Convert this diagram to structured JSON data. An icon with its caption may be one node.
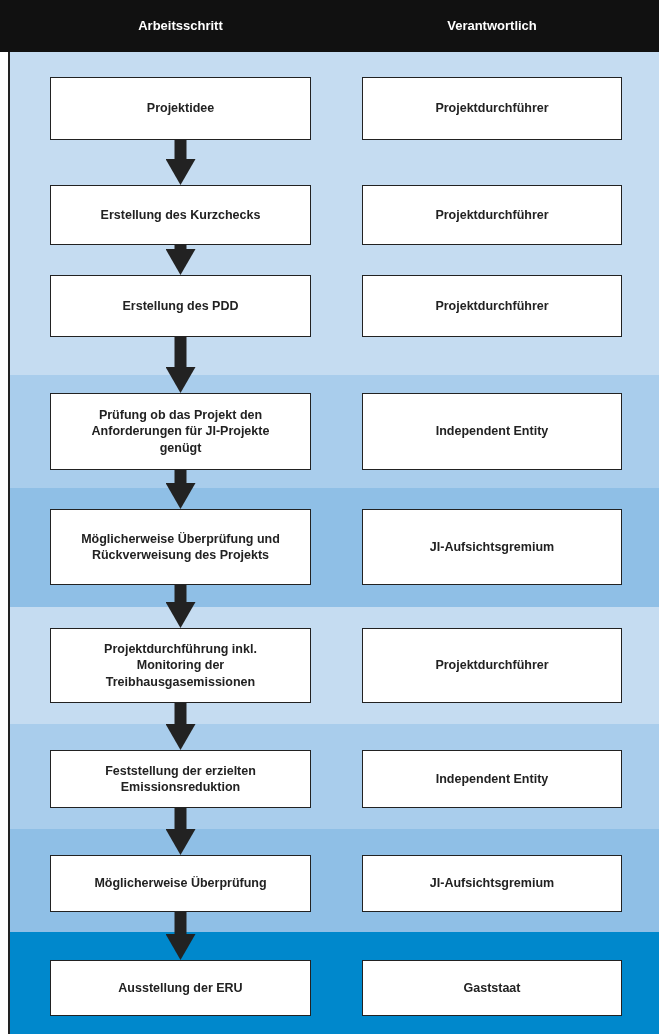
{
  "diagram": {
    "nodes": [
      {
        "text": [
          "Projektidee"
        ]
      },
      {
        "text": [
          "Projektdurchführer"
        ]
      },
      {
        "text": [
          "Erstellung des Kurzchecks"
        ]
      },
      {
        "text": [
          "Projektdurchführer"
        ]
      },
      {
        "text": [
          "Erstellung des PDD"
        ]
      },
      {
        "text": [
          "Projektdurchführer"
        ]
      },
      {
        "text": [
          "Prüfung ob das Projekt den Anforderungen für JI-Projekte genügt"
        ]
      },
      {
        "text": [
          "Independent Entity"
        ]
      },
      {
        "text": [
          "Möglicherweise Überprüfung und Rückverweisung des Projekts"
        ]
      },
      {
        "text": [
          "JI-Aufsichtsgremium"
        ]
      },
      {
        "text": [
          "Projektdurchführung inkl. Monitoring der Treibhausgasemissionen"
        ]
      },
      {
        "text": [
          "Projektdurchführer"
        ]
      },
      {
        "text": [
          "Feststellung der erzielten Emissionsreduktion"
        ]
      },
      {
        "text": [
          "Independent Entity"
        ]
      },
      {
        "text": [
          "Möglicherweise Überprüfung"
        ]
      },
      {
        "text": [
          "JI-Aufsichtsgremium"
        ]
      },
      {
        "text": [
          "Ausstellung der ERU"
        ]
      },
      {
        "text": [
          "Gaststaat"
        ]
      }
    ],
    "edges": [
      {
        "from": 0,
        "to": 2,
        "arrow": "to"
      },
      {
        "from": 2,
        "to": 4,
        "arrow": "to"
      },
      {
        "from": 4,
        "to": 6,
        "arrow": "to"
      },
      {
        "from": 6,
        "to": 8,
        "arrow": "to"
      },
      {
        "from": 8,
        "to": 10,
        "arrow": "to"
      },
      {
        "from": 10,
        "to": 12,
        "arrow": "to"
      },
      {
        "from": 12,
        "to": 14,
        "arrow": "to"
      },
      {
        "from": 14,
        "to": 16,
        "arrow": "to"
      }
    ],
    "labels": [
      "Arbeitsschritt",
      "Verantwortlich"
    ]
  }
}
